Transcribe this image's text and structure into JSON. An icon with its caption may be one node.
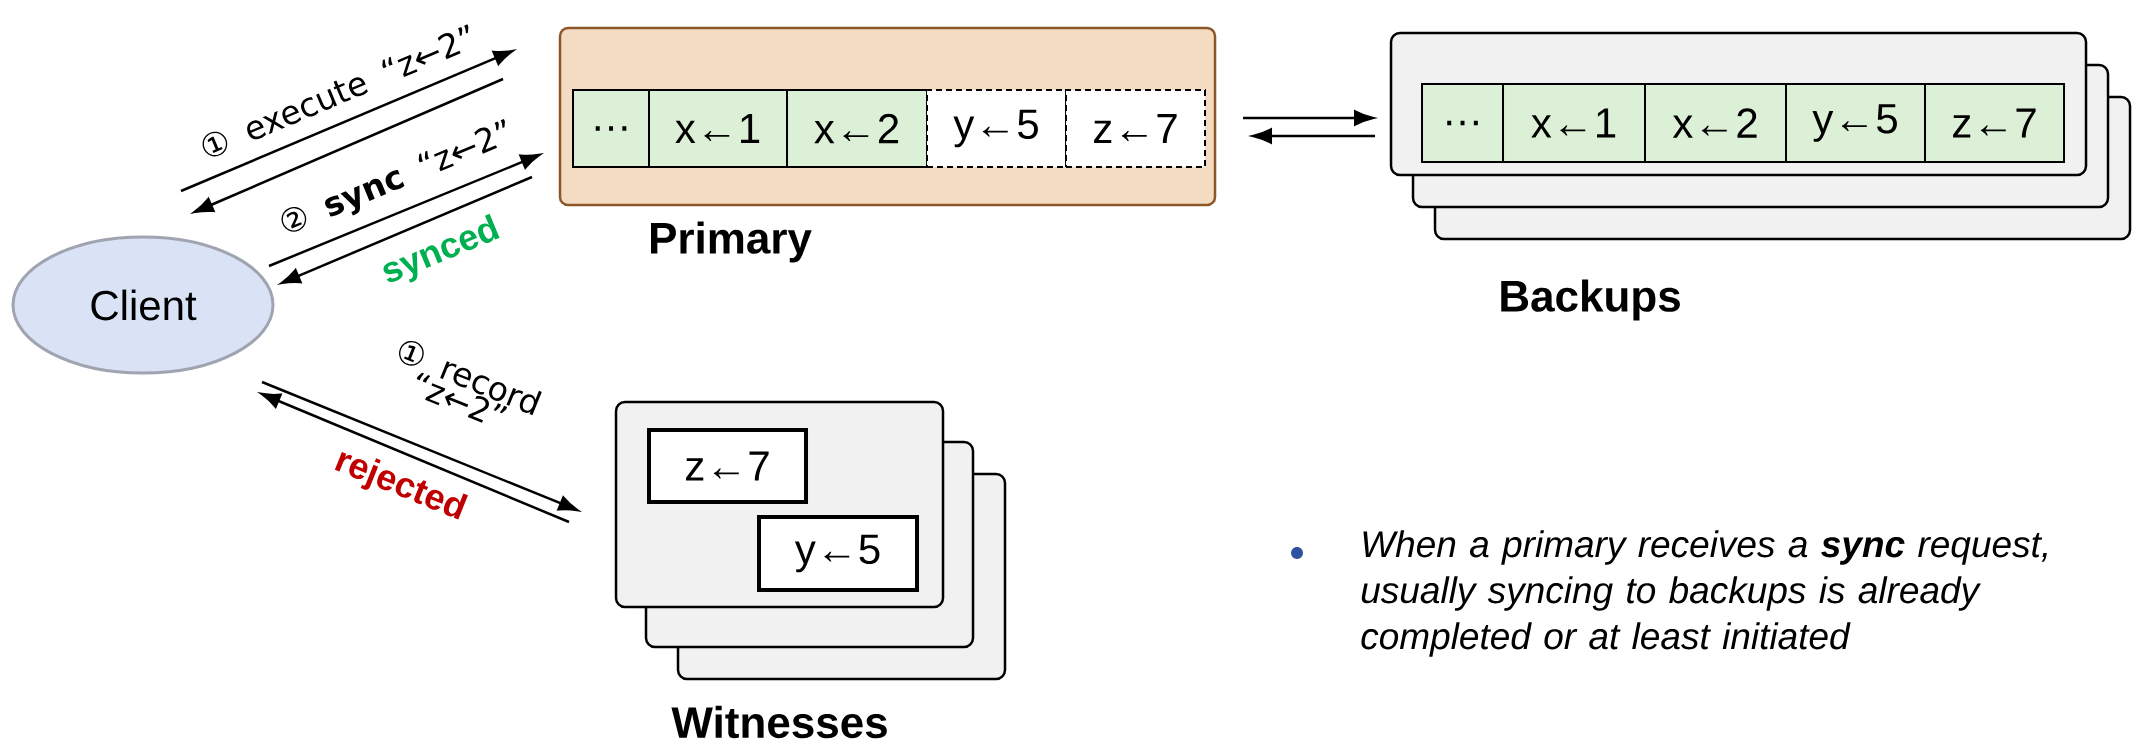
{
  "diagram": {
    "nodes": [
      {
        "text": [
          "Client"
        ]
      },
      {
        "text": [
          "Primary"
        ]
      },
      {
        "text": [
          "…"
        ],
        "in": 1
      },
      {
        "text": [
          "x←1"
        ],
        "in": 1
      },
      {
        "text": [
          "x←2"
        ],
        "in": 1
      },
      {
        "text": [
          "y←5"
        ],
        "in": 1
      },
      {
        "text": [
          "z←7"
        ],
        "in": 1
      },
      {
        "text": [
          "Backups"
        ]
      },
      {
        "text": [
          "…"
        ],
        "in": 7
      },
      {
        "text": [
          "x←1"
        ],
        "in": 7
      },
      {
        "text": [
          "x←2"
        ],
        "in": 7
      },
      {
        "text": [
          "y←5"
        ],
        "in": 7
      },
      {
        "text": [
          "z←7"
        ],
        "in": 7
      },
      {
        "text": [
          "Witnesses"
        ]
      },
      {
        "text": [
          "z←7"
        ],
        "in": 13
      },
      {
        "text": [
          "y←5"
        ],
        "in": 13
      }
    ],
    "edges": [
      {
        "from": 0,
        "to": 1,
        "arrow": "to",
        "label": "① execute “z←2”"
      },
      {
        "from": 1,
        "to": 0,
        "arrow": "to"
      },
      {
        "from": 0,
        "to": 1,
        "arrow": "to",
        "label": "② **sync** “z←2”"
      },
      {
        "from": 1,
        "to": 0,
        "arrow": "to",
        "label": "synced"
      },
      {
        "from": 0,
        "to": 13,
        "arrow": "to",
        "label": "① record “z←2”"
      },
      {
        "from": 13,
        "to": 0,
        "arrow": "to",
        "label": "rejected"
      },
      {
        "from": 1,
        "to": 7,
        "arrow": "to"
      },
      {
        "from": 7,
        "to": 1,
        "arrow": "to"
      }
    ],
    "labels": [
      "When a primary receives a **sync** request, usually syncing to backups is already completed or at least initiated"
    ]
  }
}
